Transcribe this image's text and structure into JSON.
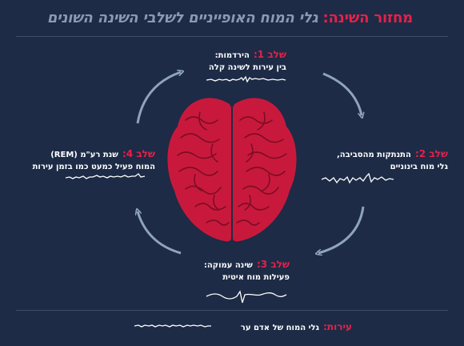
{
  "title": {
    "highlight": "מחזור השינה:",
    "rest": "גלי המוח האופייניים לשלבי השינה השונים"
  },
  "stages": {
    "s1": {
      "num": "שלב 1:",
      "name": "הירדמות:",
      "desc": "בין עירות לשינה קלה"
    },
    "s2": {
      "num": "שלב 2:",
      "name": "התנתקות מהסביבה,",
      "desc": "גלי מוח בינוניים"
    },
    "s3": {
      "num": "שלב 3:",
      "name": "שינה עמוקה:",
      "desc": "פעילות מוח איטית"
    },
    "s4": {
      "num": "שלב 4:",
      "name": "שנת רע\"מ (REM)",
      "desc": "המוח פעיל כמעט כמו בזמן עירות"
    }
  },
  "awake": {
    "num": "עירות:",
    "desc": "גלי המוח של אדם ער"
  },
  "colors": {
    "background": "#1d2b46",
    "accent_red": "#e8204a",
    "title_gray": "#8a9ab2",
    "arrow": "#8fa3bf",
    "wave": "#ffffff"
  },
  "icons": [
    "brain-illustration",
    "cycle-arrow",
    "eeg-wave"
  ]
}
